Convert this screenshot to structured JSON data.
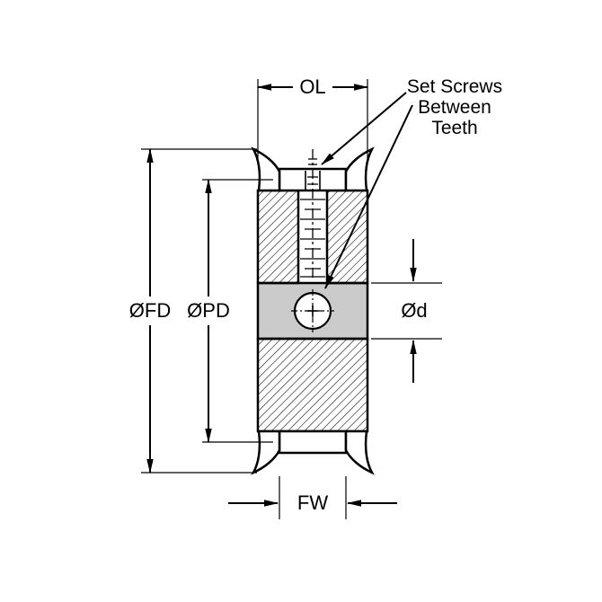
{
  "diagram": {
    "labels": {
      "overall_length": "OL",
      "flange_diameter": "ØFD",
      "pitch_diameter": "ØPD",
      "bore_diameter": "Ød",
      "face_width": "FW"
    },
    "annotation": {
      "line1": "Set Screws",
      "line2": "Between",
      "line3": "Teeth"
    },
    "colors": {
      "line": "#000000",
      "background": "#ffffff",
      "hub_band_fill": "#cbcbcb"
    }
  }
}
